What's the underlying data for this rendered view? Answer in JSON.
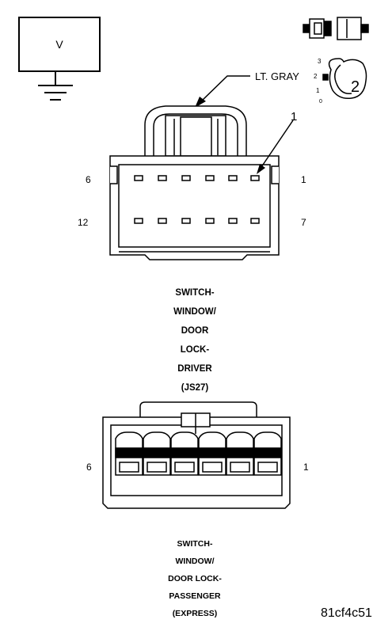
{
  "voltmeter": {
    "label": "V"
  },
  "wire_color": "LT. GRAY",
  "pointer_label": "1",
  "position_switch": {
    "positions": [
      "3",
      "2",
      "1",
      "0"
    ],
    "key": "2"
  },
  "driver_connector": {
    "pin_top_left": "6",
    "pin_top_right": "1",
    "pin_bottom_left": "12",
    "pin_bottom_right": "7",
    "caption": [
      "SWITCH-",
      "WINDOW/",
      "DOOR",
      "LOCK-",
      "DRIVER",
      "(JS27)"
    ]
  },
  "passenger_connector": {
    "pin_left": "6",
    "pin_right": "1",
    "caption": [
      "SWITCH-",
      "WINDOW/",
      "DOOR LOCK-",
      "PASSENGER",
      "(EXPRESS)"
    ]
  },
  "figure_code": "81cf4c51"
}
